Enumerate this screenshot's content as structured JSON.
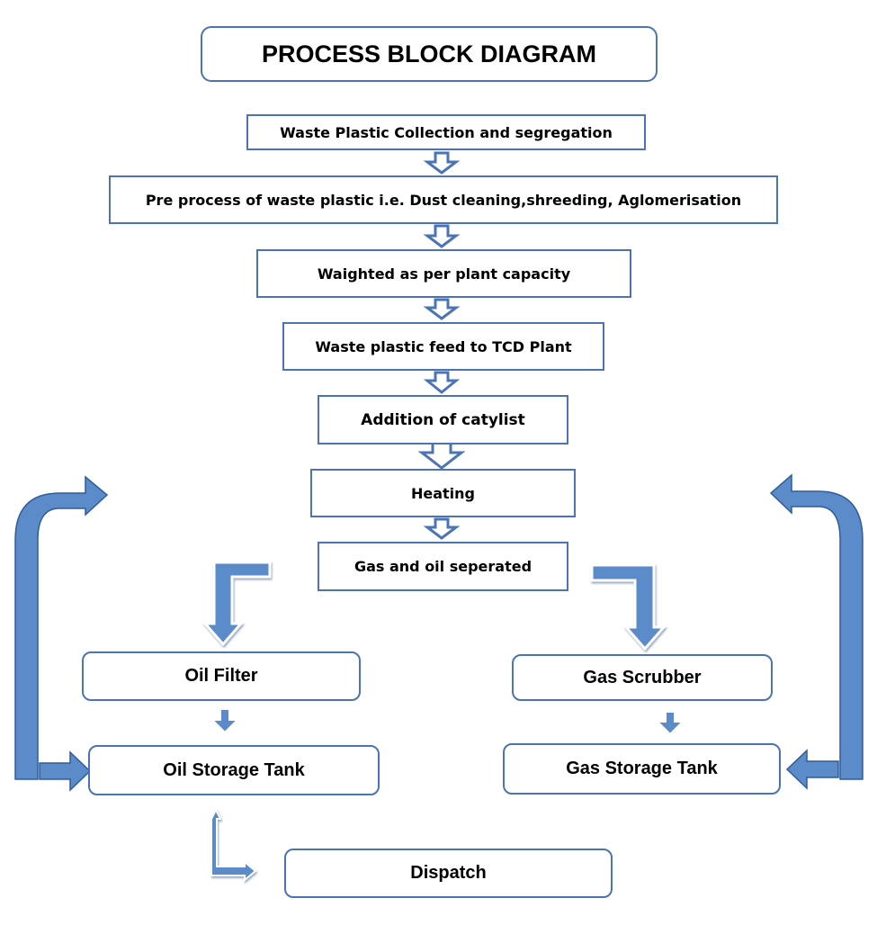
{
  "title": "PROCESS BLOCK DIAGRAM",
  "colors": {
    "border": "#4a74b3",
    "arrow_fill": "#5b8bc8",
    "arrow_stroke": "#2f5d9b"
  },
  "steps": [
    {
      "id": "collection",
      "label": "Waste Plastic Collection and segregation"
    },
    {
      "id": "preprocess",
      "label": "Pre process of waste plastic i.e. Dust cleaning,shreeding, Aglomerisation"
    },
    {
      "id": "weighted",
      "label": "Waighted as per plant capacity"
    },
    {
      "id": "feed",
      "label": "Waste plastic feed to TCD Plant"
    },
    {
      "id": "catalyst",
      "label": "Addition of catylist"
    },
    {
      "id": "heating",
      "label": "Heating"
    },
    {
      "id": "separated",
      "label": "Gas and oil seperated"
    }
  ],
  "oil_branch": {
    "filter": "Oil Filter",
    "storage": "Oil Storage Tank"
  },
  "gas_branch": {
    "scrubber": "Gas Scrubber",
    "storage": "Gas Storage Tank"
  },
  "dispatch": "Dispatch"
}
